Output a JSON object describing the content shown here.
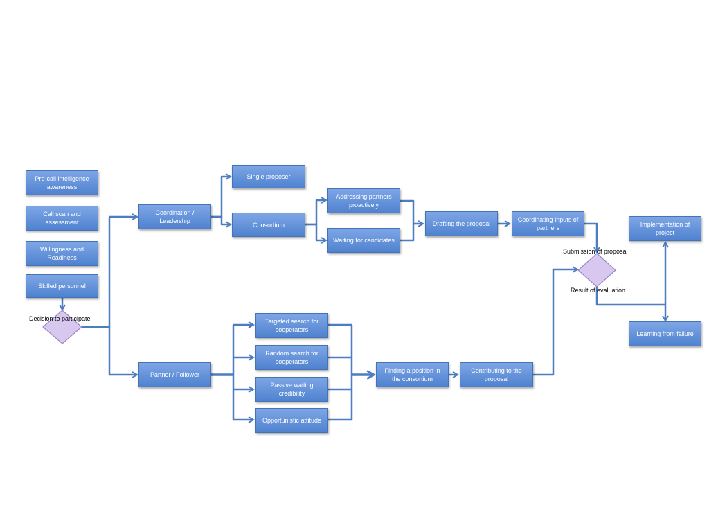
{
  "nodes": {
    "precall": "Pre-call intelligence awareness",
    "callscan": "Call scan and assessment",
    "willingness": "Willingness and Readiness",
    "skilled": "Skilled personnel",
    "coordination": "Coordination / Leadership",
    "partner": "Partner / Follower",
    "single": "Single proposer",
    "consortium": "Consortium",
    "addressing": "Addressing partners proactively",
    "waiting": "Waiting for candidates",
    "drafting": "Drafting the proposal",
    "coordinating": "Coordinating inputs of partners",
    "targeted": "Targeted search for cooperators",
    "random": "Random search for cooperators",
    "passive": "Passive waiting credibility",
    "opportunistic": "Opportunistic attitude",
    "finding": "Finding a position in the consortium",
    "contributing": "Contributing to the proposal",
    "implementation": "Implementation of project",
    "learning": "Learning from failure"
  },
  "decisions": {
    "participate": "Decision to participate",
    "submission": "Submission of proposal",
    "result": "Result of evaluation"
  },
  "colors": {
    "box_fill": "#5f8fd8",
    "connector": "#4c7dc0",
    "decision_fill": "#d8c8ef"
  }
}
